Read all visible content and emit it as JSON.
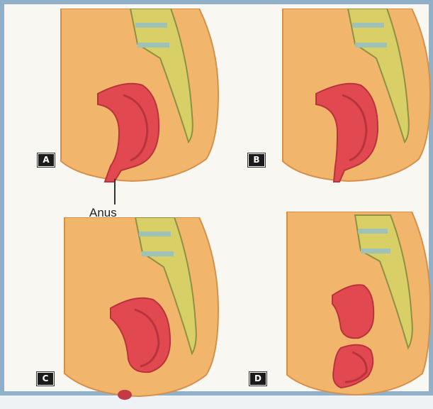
{
  "panels": [
    {
      "id": "A",
      "label": "A"
    },
    {
      "id": "B",
      "label": "B"
    },
    {
      "id": "C",
      "label": "C"
    },
    {
      "id": "D",
      "label": "D"
    }
  ],
  "annotations": {
    "anus": "Anus"
  },
  "colors": {
    "skin": "#f2b56c",
    "skin_edge": "#d7904a",
    "bone": "#d8cf66",
    "bone_edge": "#8e9144",
    "disc": "#9ec2b8",
    "rectum": "#e2484f",
    "rectum_dark": "#b8343c",
    "background": "#f8f7f2",
    "frame": "#8fb0c8"
  }
}
